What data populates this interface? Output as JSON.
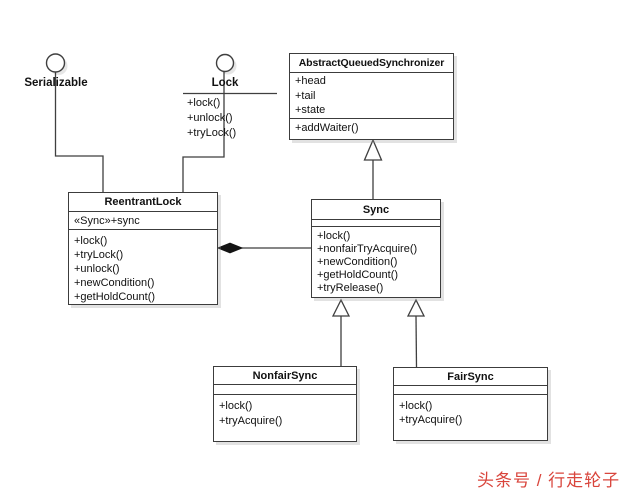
{
  "diagram": {
    "interfaces": {
      "serializable": {
        "name": "Serializable"
      },
      "lock": {
        "name": "Lock",
        "operations": [
          "+lock()",
          "+unlock()",
          "+tryLock()"
        ]
      }
    },
    "classes": {
      "aqs": {
        "name": "AbstractQueuedSynchronizer",
        "attributes": [
          "+head",
          "+tail",
          "+state"
        ],
        "operations": [
          "+addWaiter()"
        ]
      },
      "reentrant_lock": {
        "name": "ReentrantLock",
        "attributes": [
          "«Sync»+sync"
        ],
        "operations": [
          "+lock()",
          "+tryLock()",
          "+unlock()",
          "+newCondition()",
          "+getHoldCount()"
        ]
      },
      "sync": {
        "name": "Sync",
        "attributes": [],
        "operations": [
          "+lock()",
          "+nonfairTryAcquire()",
          "+newCondition()",
          "+getHoldCount()",
          "+tryRelease()"
        ]
      },
      "nonfair_sync": {
        "name": "NonfairSync",
        "attributes": [],
        "operations": [
          "+lock()",
          "+tryAcquire()"
        ]
      },
      "fair_sync": {
        "name": "FairSync",
        "attributes": [],
        "operations": [
          "+lock()",
          "+tryAcquire()"
        ]
      }
    },
    "relationships": [
      {
        "type": "lollipop-realization",
        "from": "ReentrantLock",
        "to": "Serializable"
      },
      {
        "type": "lollipop-realization",
        "from": "ReentrantLock",
        "to": "Lock"
      },
      {
        "type": "generalization",
        "from": "Sync",
        "to": "AbstractQueuedSynchronizer"
      },
      {
        "type": "generalization",
        "from": "NonfairSync",
        "to": "Sync"
      },
      {
        "type": "generalization",
        "from": "FairSync",
        "to": "Sync"
      },
      {
        "type": "composition",
        "owner": "ReentrantLock",
        "part": "Sync"
      }
    ],
    "colors": {
      "background": "#ffffff",
      "line": "#3f3f3f",
      "text": "#111111",
      "watermark": "#d9453c"
    }
  },
  "watermark": {
    "text": "头条号 / 行走轮子"
  }
}
